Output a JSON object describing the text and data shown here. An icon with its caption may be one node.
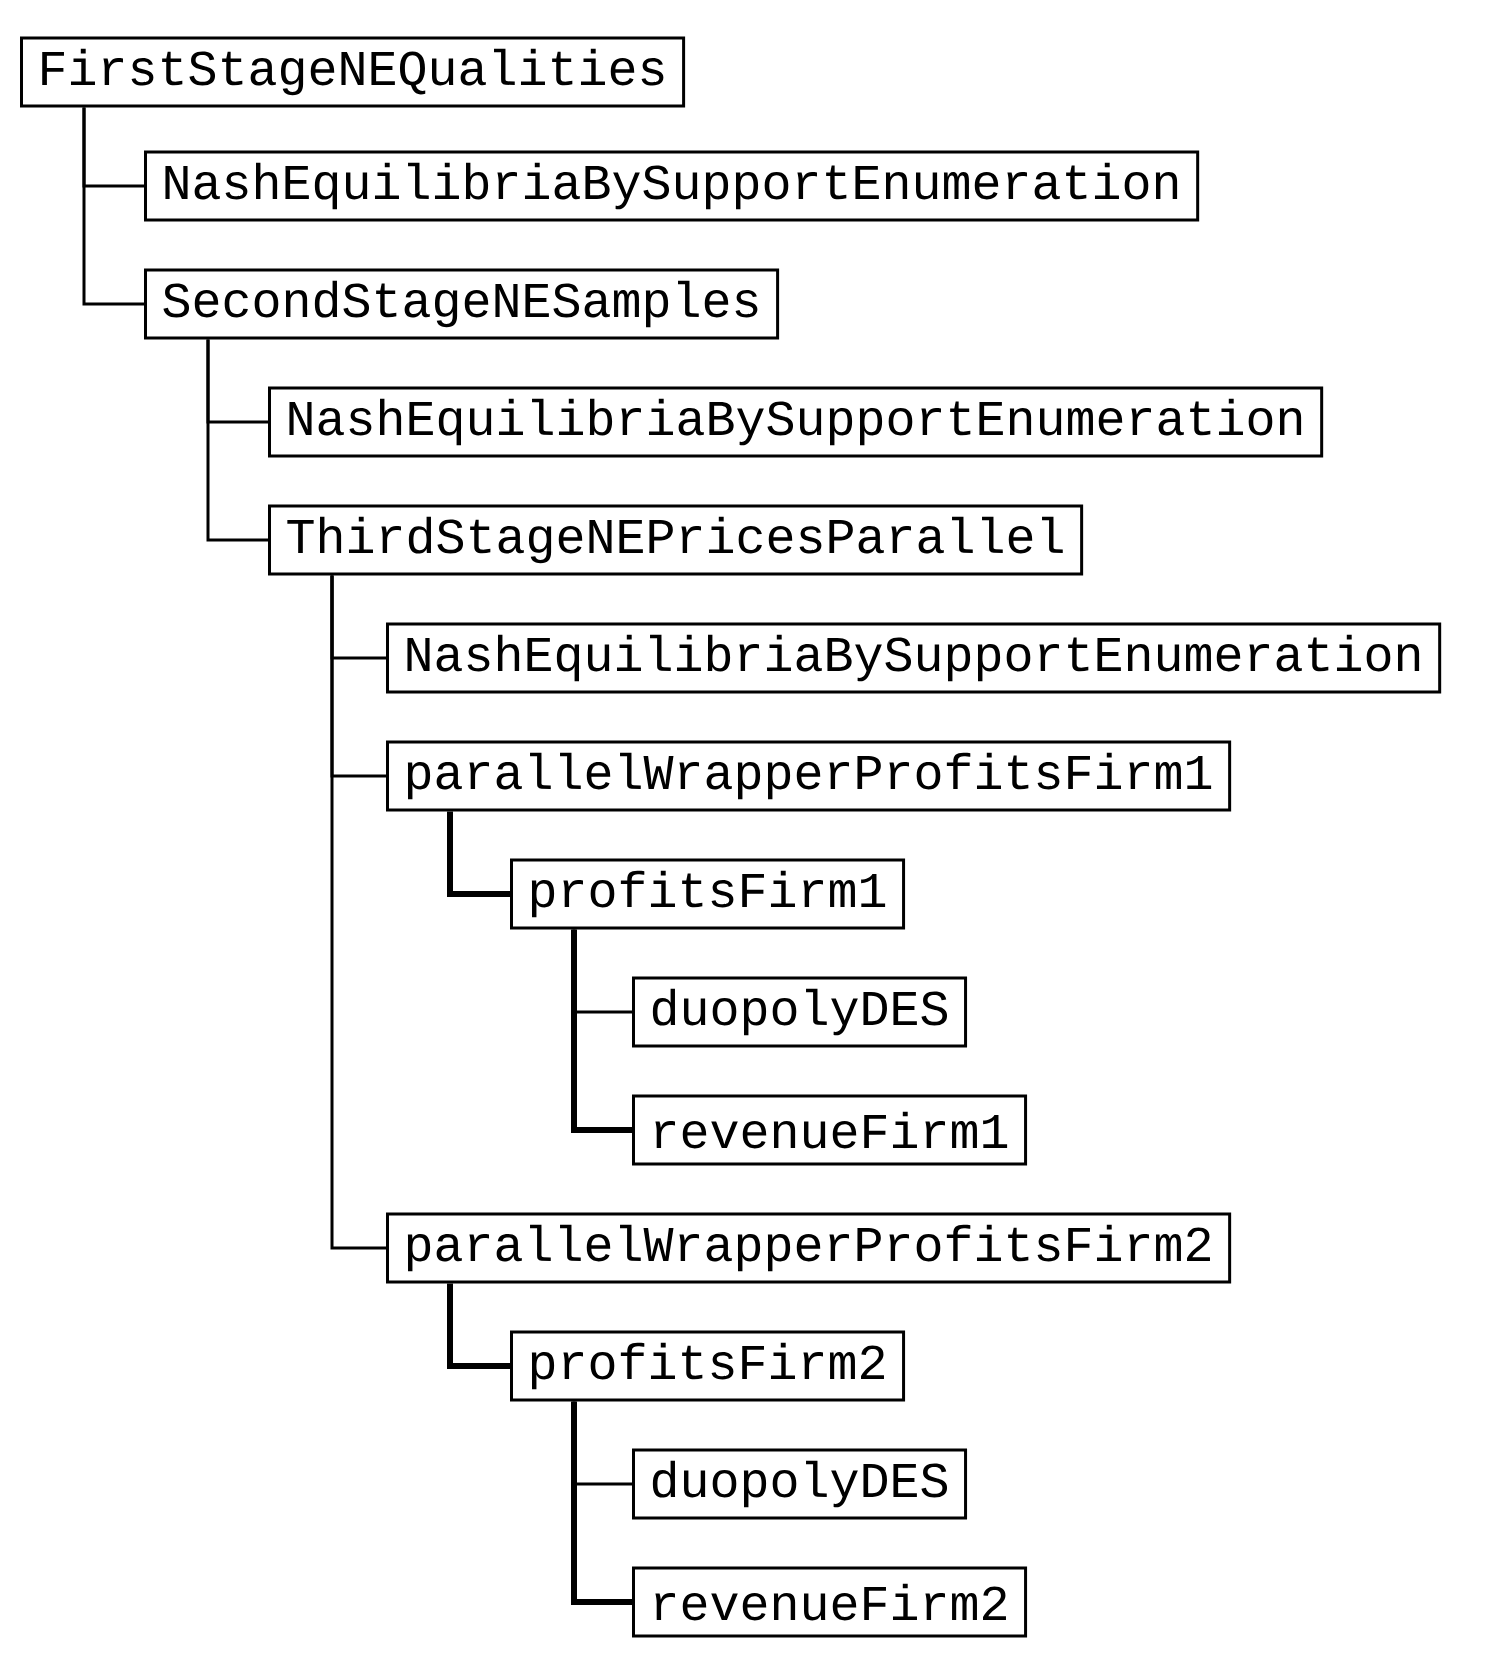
{
  "diagram": {
    "nodes": [
      {
        "text": [
          "FirstStageNEQualities"
        ]
      },
      {
        "text": [
          "NashEquilibriaBySupportEnumeration"
        ]
      },
      {
        "text": [
          "SecondStageNESamples"
        ]
      },
      {
        "text": [
          "NashEquilibriaBySupportEnumeration"
        ]
      },
      {
        "text": [
          "ThirdStageNEPricesParallel"
        ]
      },
      {
        "text": [
          "NashEquilibriaBySupportEnumeration"
        ]
      },
      {
        "text": [
          "parallelWrapperProfitsFirm1"
        ]
      },
      {
        "text": [
          "profitsFirm1"
        ]
      },
      {
        "text": [
          "duopolyDES"
        ]
      },
      {
        "text": [
          "revenueFirm1"
        ]
      },
      {
        "text": [
          "parallelWrapperProfitsFirm2"
        ]
      },
      {
        "text": [
          "profitsFirm2"
        ]
      },
      {
        "text": [
          "duopolyDES"
        ]
      },
      {
        "text": [
          "revenueFirm2"
        ]
      }
    ],
    "edges": [
      {
        "from": 0,
        "to": 1,
        "arrow": "none"
      },
      {
        "from": 0,
        "to": 2,
        "arrow": "none"
      },
      {
        "from": 2,
        "to": 3,
        "arrow": "none"
      },
      {
        "from": 2,
        "to": 4,
        "arrow": "none"
      },
      {
        "from": 4,
        "to": 5,
        "arrow": "none"
      },
      {
        "from": 4,
        "to": 6,
        "arrow": "none"
      },
      {
        "from": 6,
        "to": 7,
        "arrow": "none",
        "style": "thick"
      },
      {
        "from": 7,
        "to": 8,
        "arrow": "none"
      },
      {
        "from": 7,
        "to": 9,
        "arrow": "none",
        "style": "thick"
      },
      {
        "from": 4,
        "to": 10,
        "arrow": "none"
      },
      {
        "from": 10,
        "to": 11,
        "arrow": "none",
        "style": "thick"
      },
      {
        "from": 11,
        "to": 12,
        "arrow": "none"
      },
      {
        "from": 11,
        "to": 13,
        "arrow": "none",
        "style": "thick"
      }
    ]
  }
}
